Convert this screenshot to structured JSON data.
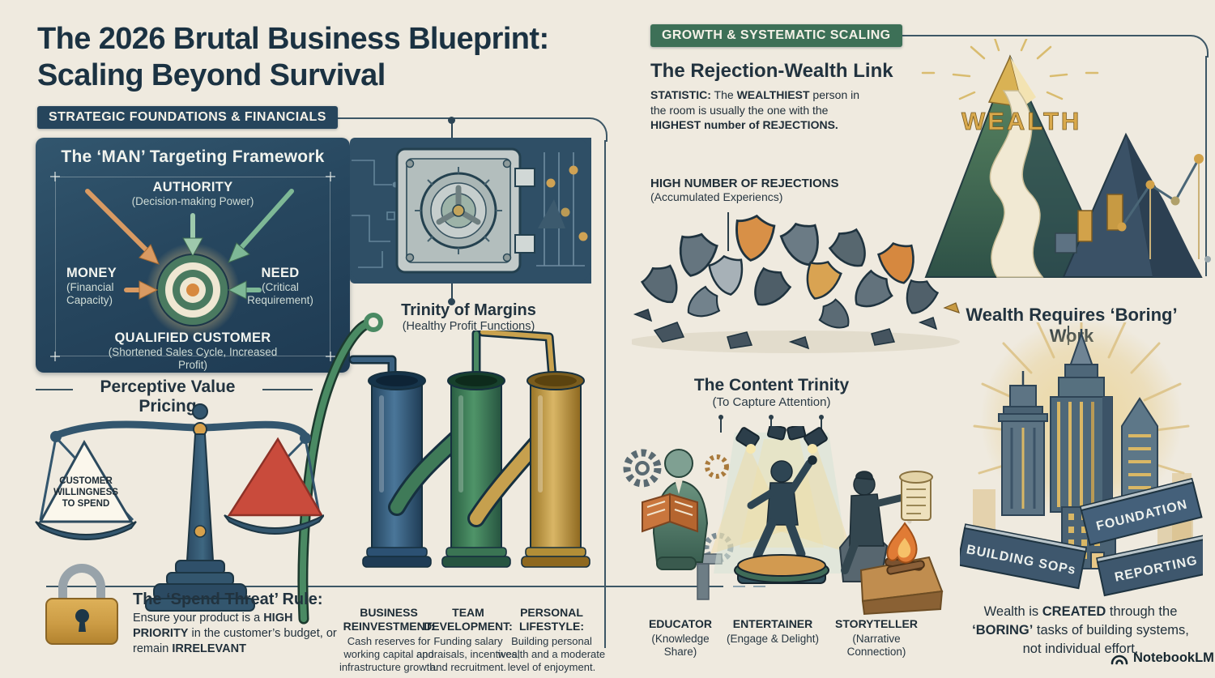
{
  "palette": {
    "background": "#efeadf",
    "navy": "#26455c",
    "green": "#3d7057",
    "gold": "#d2a24a",
    "orange_arrow": "#d99a62",
    "red_triangle": "#c94b3c",
    "slate_shield": "#5b6b75",
    "title_text": "#1b3242"
  },
  "header": {
    "title_line1": "The 2026 Brutal Business Blueprint:",
    "title_line2": "Scaling Beyond Survival"
  },
  "left": {
    "badge": "STRATEGIC FOUNDATIONS & FINANCIALS",
    "man": {
      "title": "The ‘MAN’ Targeting Framework",
      "authority": "AUTHORITY",
      "authority_sub": "(Decision-making Power)",
      "money": "MONEY",
      "money_sub": "(Financial Capacity)",
      "need": "NEED",
      "need_sub": "(Critical Requirement)",
      "qualified": "QUALIFIED CUSTOMER",
      "qualified_sub": "(Shortened Sales Cycle, Increased Profit)"
    },
    "margins": {
      "title": "Trinity of Margins",
      "subtitle": "(Healthy Profit Functions)",
      "items": [
        {
          "label": "BUSINESS REINVESTMENT:",
          "desc": "Cash reserves for working capital and infrastructure growth."
        },
        {
          "label": "TEAM DEVELOPMENT:",
          "desc": "Funding salary aporaisals, incentives, and recruitment."
        },
        {
          "label": "PERSONAL LIFESTYLE:",
          "desc": "Building personal wealth and a moderate level of enjoyment."
        }
      ]
    },
    "pricing": {
      "title": "Perceptive Value Pricing",
      "pan_label": "CUSTOMER WILLINGNESS TO SPEND",
      "rule_title": "The ‘Spend Threat’ Rule:",
      "rule_1": "Ensure your product is a ",
      "rule_2": "HIGH PRIORITY",
      "rule_3": " in the customer’s budget, or remain ",
      "rule_4": "IRRELEVANT"
    }
  },
  "right": {
    "badge": "GROWTH & SYSTEMATIC SCALING",
    "rejection": {
      "title": "The Rejection-Wealth Link",
      "stat_1": "STATISTIC:",
      "stat_2": " The ",
      "stat_3": "WEALTHIEST",
      "stat_4": " person in the room is usually the one with the ",
      "stat_5": "HIGHEST number of REJECTIONS.",
      "high_label": "HIGH NUMBER OF REJECTIONS",
      "high_sub": "(Accumulated Experiencs)",
      "peak_label": "WEALTH"
    },
    "boring": {
      "title": "Wealth Requires ‘Boring’ Work",
      "block_1": "BUILDING SOPs",
      "block_2": "FOUNDATION",
      "block_3": "REPORTING",
      "outro_1": "Wealth is ",
      "outro_2": "CREATED",
      "outro_3": " through the ",
      "outro_4": "‘BORING’",
      "outro_5": " tasks of building systems, not individual effort."
    },
    "trinity": {
      "title": "The Content Trinity",
      "subtitle": "(To Capture Attention)",
      "items": [
        {
          "label": "EDUCATOR",
          "sub": "(Knowledge Share)"
        },
        {
          "label": "ENTERTAINER",
          "sub": "(Engage & Delight)"
        },
        {
          "label": "STORYTELLER",
          "sub": "(Narrative Connection)"
        }
      ]
    }
  },
  "footer": {
    "brand": "NotebookLM"
  }
}
